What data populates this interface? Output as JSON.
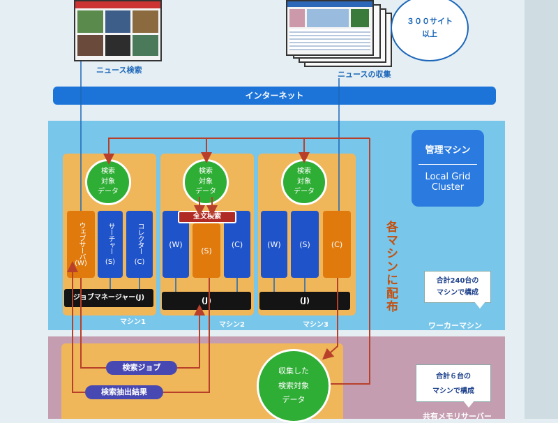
{
  "top": {
    "search_caption": "ニュース検索",
    "collect_caption": "ニュースの収集",
    "sites_line1": "３００サイト",
    "sites_line2": "以上"
  },
  "internet_label": "インターネット",
  "machines": [
    {
      "label": "マシン1",
      "data": [
        "検索",
        "対象",
        "データ"
      ],
      "web": "ウェブサーバ",
      "web_tag": "(W)",
      "searcher": "サーチャー",
      "searcher_tag": "(S)",
      "collector": "コレクター",
      "collector_tag": "(C)",
      "jobmanager": "ジョブマネージャー(J)"
    },
    {
      "label": "マシン2",
      "data": [
        "検索",
        "対象",
        "データ"
      ],
      "fulltext": "全文検索",
      "w": "(W)",
      "s": "(S)",
      "c": "(C)",
      "j": "(J)"
    },
    {
      "label": "マシン3",
      "data": [
        "検索",
        "対象",
        "データ"
      ],
      "w": "(W)",
      "s": "(S)",
      "c": "(C)",
      "j": "(J)"
    }
  ],
  "admin": {
    "title": "管理マシン",
    "line1": "Local Grid",
    "line2": "Cluster"
  },
  "side_label": "各マシンに配布",
  "worker_note": {
    "line1": "合計240台の",
    "line2": "マシンで構成"
  },
  "worker_label": "ワーカーマシン",
  "bottom": {
    "search_job": "検索ジョブ",
    "search_result": "検索抽出結果",
    "collected_data": [
      "収集した",
      "検索対象",
      "データ"
    ],
    "memory_note": {
      "line1": "合計６台の",
      "line2": "マシンで構成"
    },
    "memory_label": "共有メモリサーバー"
  },
  "colors": {
    "internet": "#1c74d8",
    "cluster_bg": "#78c6ea",
    "machine_bg": "#f0b65a",
    "data_green": "#2fae35",
    "process_blue": "#1f53c9",
    "process_orange": "#e07a0c",
    "arrow": "#b8402a",
    "memory_zone": "#c59db0"
  }
}
